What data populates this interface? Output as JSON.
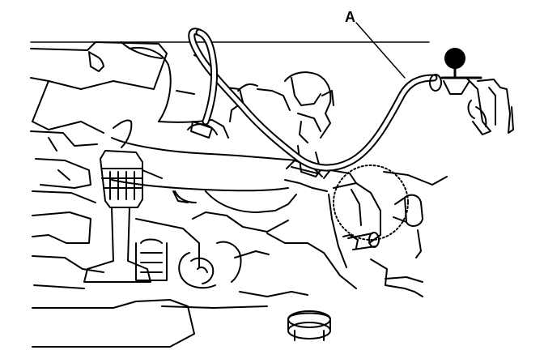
{
  "diagram": {
    "callouts": [
      {
        "id": "A",
        "label": "A",
        "target": "vacuum-hose"
      }
    ],
    "colors": {
      "ink": "#000000",
      "paper": "#ffffff"
    }
  }
}
